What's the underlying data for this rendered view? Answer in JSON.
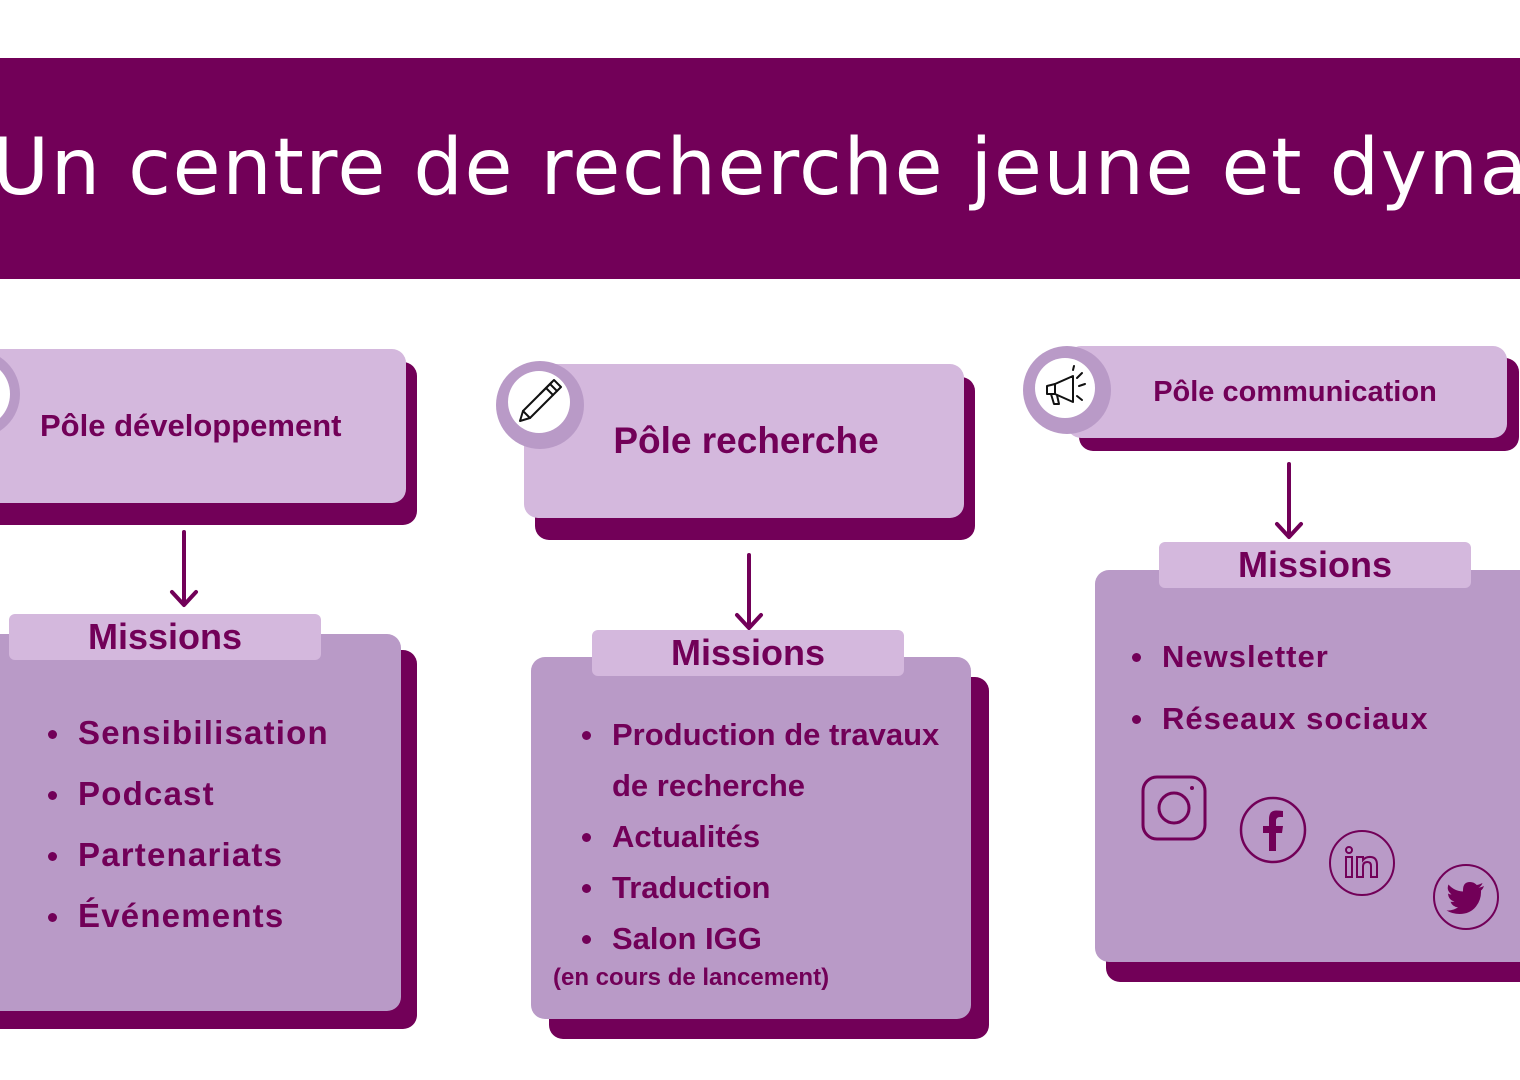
{
  "title": "Un centre de recherche jeune et dynamique",
  "colors": {
    "primary": "#720058",
    "light": "#d4b8dd",
    "medium": "#b99ac7",
    "background": "#ffffff"
  },
  "poles": [
    {
      "name": "Pôle développement",
      "missions_label": "Missions",
      "missions": [
        "Sensibilisation",
        "Podcast",
        "Partenariats",
        "Événements"
      ]
    },
    {
      "name": "Pôle recherche",
      "icon": "pen-icon",
      "missions_label": "Missions",
      "missions": [
        "Production de travaux de recherche",
        "Actualités",
        "Traduction",
        "Salon IGG"
      ],
      "note": "(en cours de lancement)"
    },
    {
      "name": "Pôle communication",
      "icon": "megaphone-icon",
      "missions_label": "Missions",
      "missions": [
        "Newsletter",
        "Réseaux sociaux"
      ],
      "social_icons": [
        "instagram-icon",
        "facebook-icon",
        "linkedin-icon",
        "twitter-icon"
      ]
    }
  ]
}
